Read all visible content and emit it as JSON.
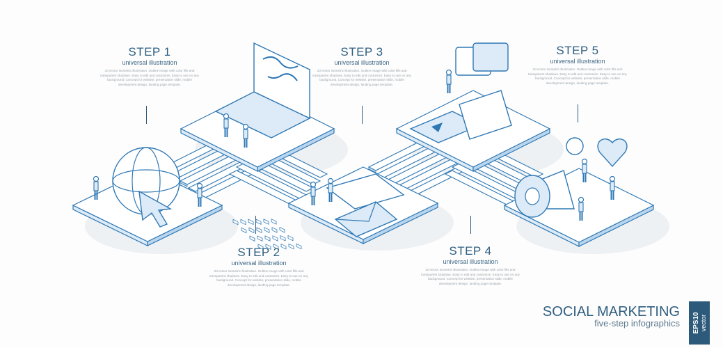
{
  "steps": [
    {
      "title": "STEP 1",
      "subtitle": "universal illustration",
      "body": "3d vector isometric illustration. Outline image with color fills and transparent shadows. Easy to edit and customize. Easy to use on any background. Concept for website, presentation slide, mobile development design, landing page template.",
      "icon": "globe-cursor-icon"
    },
    {
      "title": "STEP 2",
      "subtitle": "universal illustration",
      "body": "3d vector isometric illustration. Outline image with color fills and transparent shadows. Easy to edit and customize. Easy to use on any background. Concept for website, presentation slide, mobile development design, landing page template.",
      "icon": "laptop-map-icon"
    },
    {
      "title": "STEP 3",
      "subtitle": "universal illustration",
      "body": "3d vector isometric illustration. Outline image with color fills and transparent shadows. Easy to edit and customize. Easy to use on any background. Concept for website, presentation slide, mobile development design, landing page template.",
      "icon": "envelope-email-icon"
    },
    {
      "title": "STEP 4",
      "subtitle": "universal illustration",
      "body": "3d vector isometric illustration. Outline image with color fills and transparent shadows. Easy to edit and customize. Easy to use on any background. Concept for website, presentation slide, mobile development design, landing page template.",
      "icon": "video-phone-chat-icon"
    },
    {
      "title": "STEP 5",
      "subtitle": "universal illustration",
      "body": "3d vector isometric illustration. Outline image with color fills and transparent shadows. Easy to edit and customize. Easy to use on any background. Concept for website, presentation slide, mobile development design, landing page template.",
      "icon": "megaphone-like-icon"
    }
  ],
  "brand": {
    "title": "SOCIAL MARKETING",
    "subtitle": "five-step infographics"
  },
  "badge": {
    "format": "EPS10",
    "kind": "vector"
  },
  "colors": {
    "outline": "#2f78b4",
    "fill_light": "#dcebf7",
    "title": "#2f5f80",
    "badge": "#2d5a7b",
    "body_text": "#9aa3aa"
  }
}
